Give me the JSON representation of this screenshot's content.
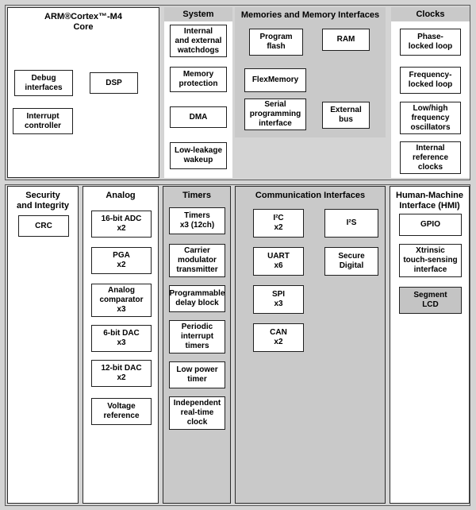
{
  "colors": {
    "page_bg": "#d4d4d4",
    "panel_gray": "#c9c9c9",
    "box_bg": "#ffffff",
    "highlight_gray": "#c4c4c4",
    "border": "#1f1f1f"
  },
  "sections": {
    "core": {
      "title": "ARM®Cortex™-M4\nCore",
      "blocks": [
        "Debug\ninterfaces",
        "DSP",
        "Interrupt\ncontroller"
      ]
    },
    "system": {
      "header": "System",
      "blocks": [
        "Internal\nand external\nwatchdogs",
        "Memory\nprotection",
        "DMA",
        "Low-leakage\nwakeup"
      ]
    },
    "memories": {
      "header": "Memories and Memory Interfaces",
      "blocks": [
        "Program\nflash",
        "RAM",
        "FlexMemory",
        "Serial\nprogramming\ninterface",
        "External\nbus"
      ]
    },
    "clocks": {
      "header": "Clocks",
      "blocks": [
        "Phase-\nlocked loop",
        "Frequency-\nlocked loop",
        "Low/high\nfrequency\noscillators",
        "Internal\nreference\nclocks"
      ]
    },
    "security": {
      "header": "Security\nand Integrity",
      "blocks": [
        "CRC"
      ]
    },
    "analog": {
      "header": "Analog",
      "blocks": [
        "16-bit ADC\nx2",
        "PGA\nx2",
        "Analog\ncomparator\nx3",
        "6-bit DAC\nx3",
        "12-bit DAC\nx2",
        "Voltage\nreference"
      ]
    },
    "timers": {
      "header": "Timers",
      "blocks": [
        "Timers\nx3 (12ch)",
        "Carrier\nmodulator\ntransmitter",
        "Programmable\ndelay block",
        "Periodic\ninterrupt\ntimers",
        "Low power\ntimer",
        "Independent\nreal-time\nclock"
      ]
    },
    "communication": {
      "header": "Communication Interfaces",
      "blocks": [
        "I²C\nx2",
        "I²S",
        "UART\nx6",
        "Secure\nDigital",
        "SPI\nx3",
        "CAN\nx2"
      ]
    },
    "hmi": {
      "header": "Human-Machine\nInterface (HMI)",
      "blocks": [
        "GPIO",
        "Xtrinsic\ntouch-sensing\ninterface",
        "Segment\nLCD"
      ]
    }
  }
}
